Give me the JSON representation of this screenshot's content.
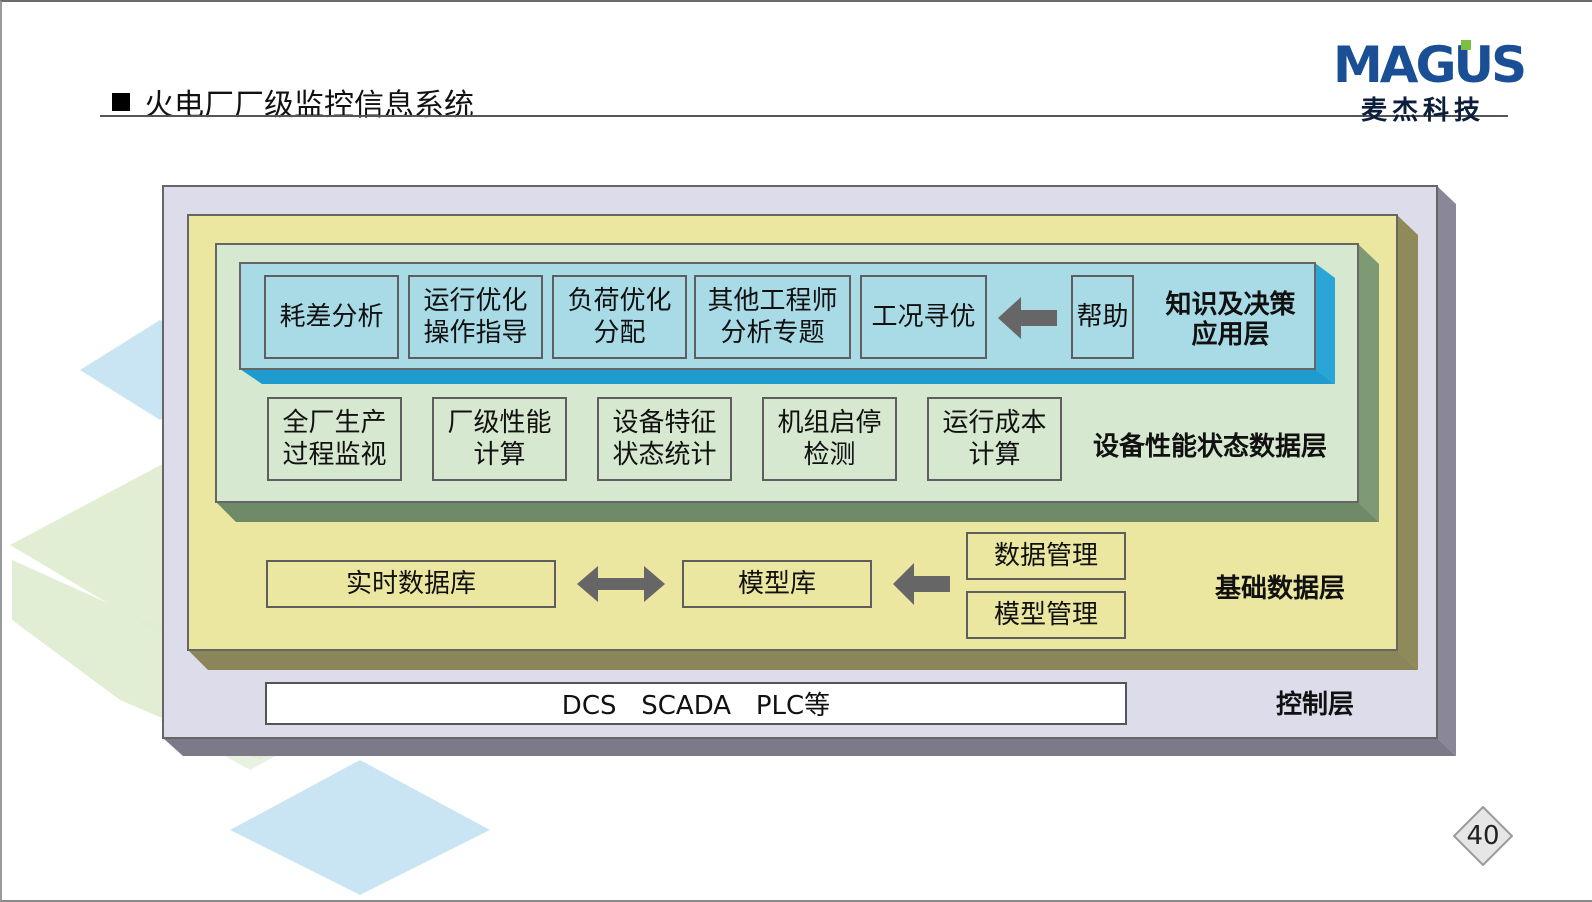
{
  "header": {
    "title": "火电厂厂级监控信息系统",
    "logo_text": "MAGUS",
    "logo_subtitle": "麦杰科技"
  },
  "layers": {
    "knowledge": {
      "label_line1": "知识及决策",
      "label_line2": "应用层",
      "boxes": [
        {
          "line1": "耗差分析",
          "line2": ""
        },
        {
          "line1": "运行优化",
          "line2": "操作指导"
        },
        {
          "line1": "负荷优化",
          "line2": "分配"
        },
        {
          "line1": "其他工程师",
          "line2": "分析专题"
        },
        {
          "line1": "工况寻优",
          "line2": ""
        }
      ],
      "help": "帮助"
    },
    "equipment": {
      "label": "设备性能状态数据层",
      "boxes": [
        {
          "line1": "全厂生产",
          "line2": "过程监视"
        },
        {
          "line1": "厂级性能",
          "line2": "计算"
        },
        {
          "line1": "设备特征",
          "line2": "状态统计"
        },
        {
          "line1": "机组启停",
          "line2": "检测"
        },
        {
          "line1": "运行成本",
          "line2": "计算"
        }
      ]
    },
    "base": {
      "label": "基础数据层",
      "realtime_db": "实时数据库",
      "model_lib": "模型库",
      "data_mgmt": "数据管理",
      "model_mgmt": "模型管理"
    },
    "control": {
      "label": "控制层",
      "content": "DCS   SCADA   PLC等"
    }
  },
  "colors": {
    "outer_layer": "#dcdcea",
    "base_layer": "#ebe6a0",
    "equipment_layer": "#d6e8cf",
    "knowledge_layer": "#a9dbe6",
    "arrow": "#666666",
    "logo_blue": "#1a4e95"
  },
  "page_number": "40"
}
